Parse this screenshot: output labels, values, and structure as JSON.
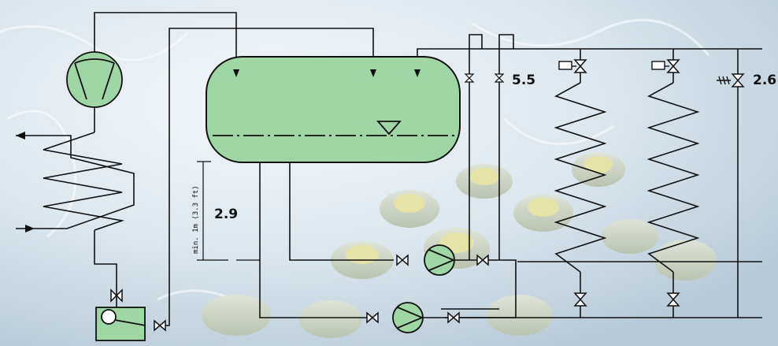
{
  "labels": {
    "a": "5.5",
    "b": "2.6",
    "c": "2.9",
    "dimension": "min. 1m (3.3 ft)"
  },
  "colors": {
    "vessel_fill": "#9fd6a6",
    "line": "#111111",
    "background": "#dfe8ee",
    "background_accent": "#b9cbd8",
    "machine_tint": "#c9d3c0",
    "machine_cap": "#e6e3a8"
  },
  "icons": [
    "compressor-icon",
    "condenser-coil-icon",
    "receiver-tank-icon",
    "separator-vessel-icon",
    "liquid-level-icon",
    "pump-icon",
    "valve-icon",
    "solenoid-valve-icon",
    "evaporator-coil-icon",
    "check-valve-icon",
    "relief-valve-icon",
    "flow-arrow-icon"
  ]
}
